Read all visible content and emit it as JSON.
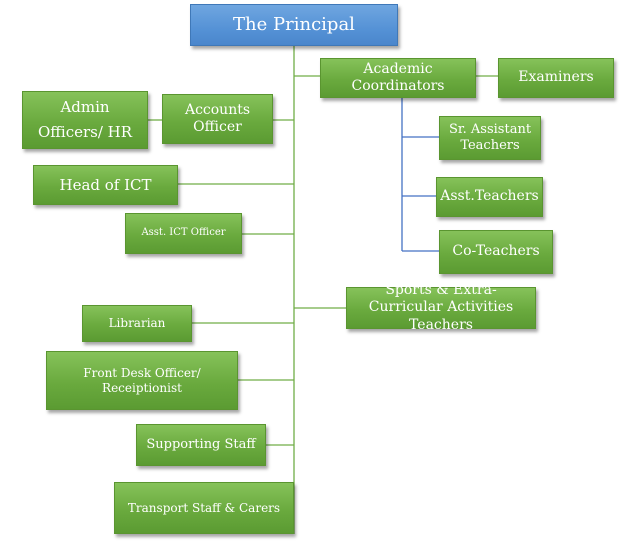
{
  "nodes": {
    "principal": "The Principal",
    "academic_coordinators": "Academic Coordinators",
    "examiners": "Examiners",
    "admin_officers": "Admin Officers/ HR",
    "accounts_officer": "Accounts Officer",
    "sr_assistant_teachers": "Sr. Assistant Teachers",
    "head_of_ict": "Head of ICT",
    "asst_teachers": "Asst.Teachers",
    "asst_ict_officer": "Asst. ICT Officer",
    "co_teachers": "Co-Teachers",
    "sports_teachers": "Sports & Extra-Curricular Activities Teachers",
    "librarian": "Librarian",
    "front_desk": "Front Desk Officer/ Receiptionist",
    "supporting_staff": "Supporting Staff",
    "transport_staff": "Transport Staff & Carers"
  },
  "colors": {
    "principal_fill": "#5b9bd5",
    "node_fill": "#70ad47",
    "connector_green": "#70ad47",
    "connector_blue": "#4472c4"
  }
}
